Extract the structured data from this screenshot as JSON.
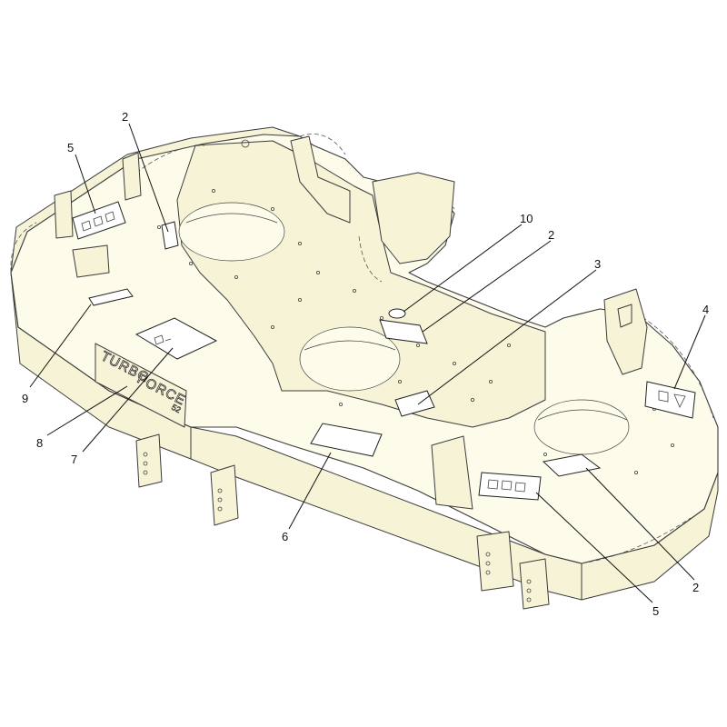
{
  "diagram": {
    "decal_brand": [
      "TURBO",
      "FORCE",
      "52"
    ],
    "callouts": [
      {
        "id": "c-2-top",
        "label": "2"
      },
      {
        "id": "c-5-left",
        "label": "5"
      },
      {
        "id": "c-10",
        "label": "10"
      },
      {
        "id": "c-2-mid",
        "label": "2"
      },
      {
        "id": "c-3",
        "label": "3"
      },
      {
        "id": "c-4",
        "label": "4"
      },
      {
        "id": "c-9",
        "label": "9"
      },
      {
        "id": "c-8",
        "label": "8"
      },
      {
        "id": "c-7",
        "label": "7"
      },
      {
        "id": "c-6",
        "label": "6"
      },
      {
        "id": "c-2-bottom",
        "label": "2"
      },
      {
        "id": "c-5-bottom",
        "label": "5"
      }
    ]
  }
}
